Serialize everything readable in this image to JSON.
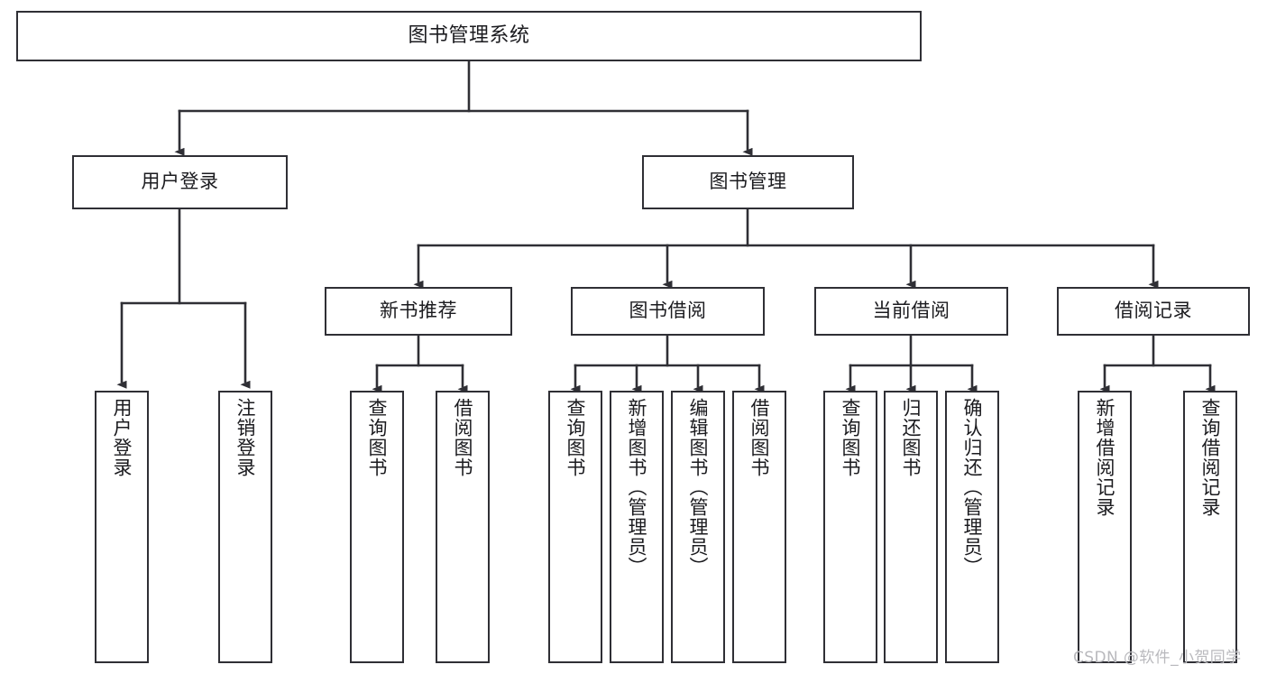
{
  "diagram": {
    "title": "图书管理系统",
    "type": "tree-hierarchy-chart",
    "watermark": "CSDN @软件_小贺同学",
    "line_color": "#2f2f35",
    "background_color": "#ffffff",
    "nodes": {
      "root": {
        "label": "图书管理系统"
      },
      "level1": [
        {
          "label": "用户登录"
        },
        {
          "label": "图书管理"
        }
      ],
      "level2": [
        {
          "label": "新书推荐"
        },
        {
          "label": "图书借阅"
        },
        {
          "label": "当前借阅"
        },
        {
          "label": "借阅记录"
        }
      ],
      "leaves_user_login": [
        {
          "label": "用户登录"
        },
        {
          "label": "注销登录"
        }
      ],
      "leaves_new_book": [
        {
          "label": "查询图书"
        },
        {
          "label": "借阅图书"
        }
      ],
      "leaves_borrow": [
        {
          "label": "查询图书"
        },
        {
          "label": "新增图书（管理员）"
        },
        {
          "label": "编辑图书（管理员）"
        },
        {
          "label": "借阅图书"
        }
      ],
      "leaves_current": [
        {
          "label": "查询图书"
        },
        {
          "label": "归还图书"
        },
        {
          "label": "确认归还（管理员）"
        }
      ],
      "leaves_record": [
        {
          "label": "新增借阅记录"
        },
        {
          "label": "查询借阅记录"
        }
      ]
    }
  }
}
